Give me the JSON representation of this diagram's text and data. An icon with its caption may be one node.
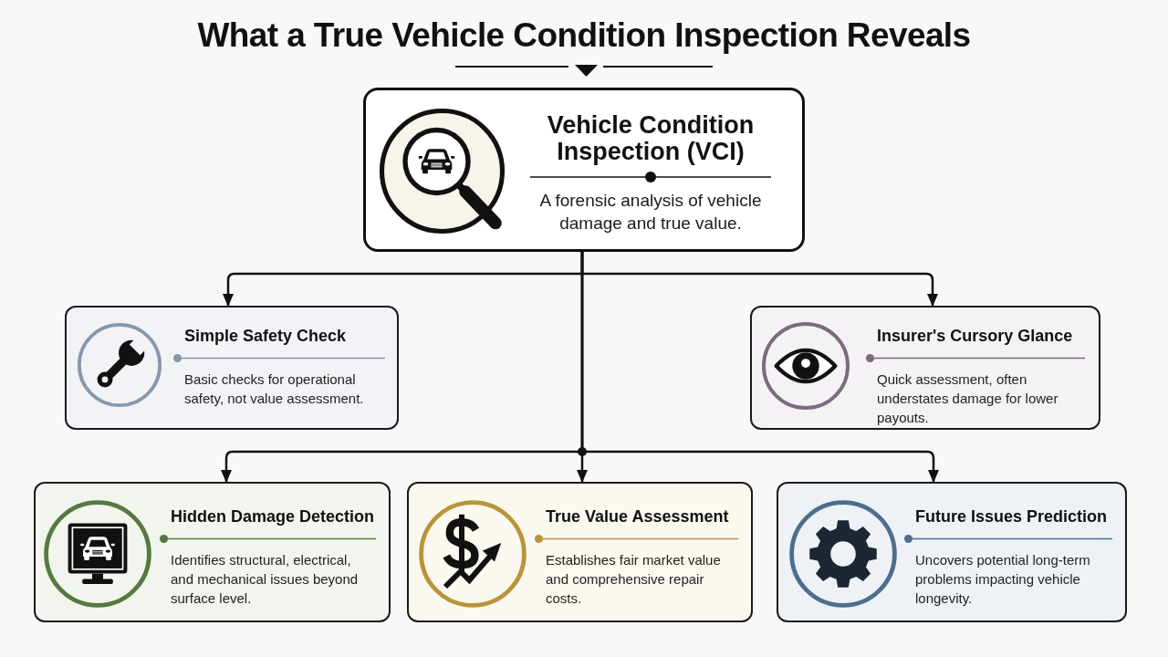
{
  "diagram": {
    "title": "What a True Vehicle Condition Inspection Reveals",
    "nodes": [
      {
        "text": [
          "Vehicle Condition Inspection (VCI)",
          "A forensic analysis of vehicle damage and true value."
        ]
      },
      {
        "text": [
          "Simple Safety Check",
          "Basic checks for operational safety, not value assessment."
        ]
      },
      {
        "text": [
          "Insurer's Cursory Glance",
          "Quick assessment, often understates damage for lower payouts."
        ]
      },
      {
        "text": [
          "Hidden Damage Detection",
          "Identifies structural, electrical, and mechanical issues beyond surface level."
        ]
      },
      {
        "text": [
          "True Value Assessment",
          "Establishes fair market value and comprehensive repair costs."
        ]
      },
      {
        "text": [
          "Future Issues Prediction",
          "Uncovers potential long-term problems impacting vehicle longevity."
        ]
      }
    ],
    "edges": [
      {
        "from": 0,
        "to": 1,
        "arrow": "to"
      },
      {
        "from": 0,
        "to": 2,
        "arrow": "to"
      },
      {
        "from": 0,
        "to": 3,
        "arrow": "to"
      },
      {
        "from": 0,
        "to": 4,
        "arrow": "to"
      },
      {
        "from": 0,
        "to": 5,
        "arrow": "to"
      }
    ]
  }
}
